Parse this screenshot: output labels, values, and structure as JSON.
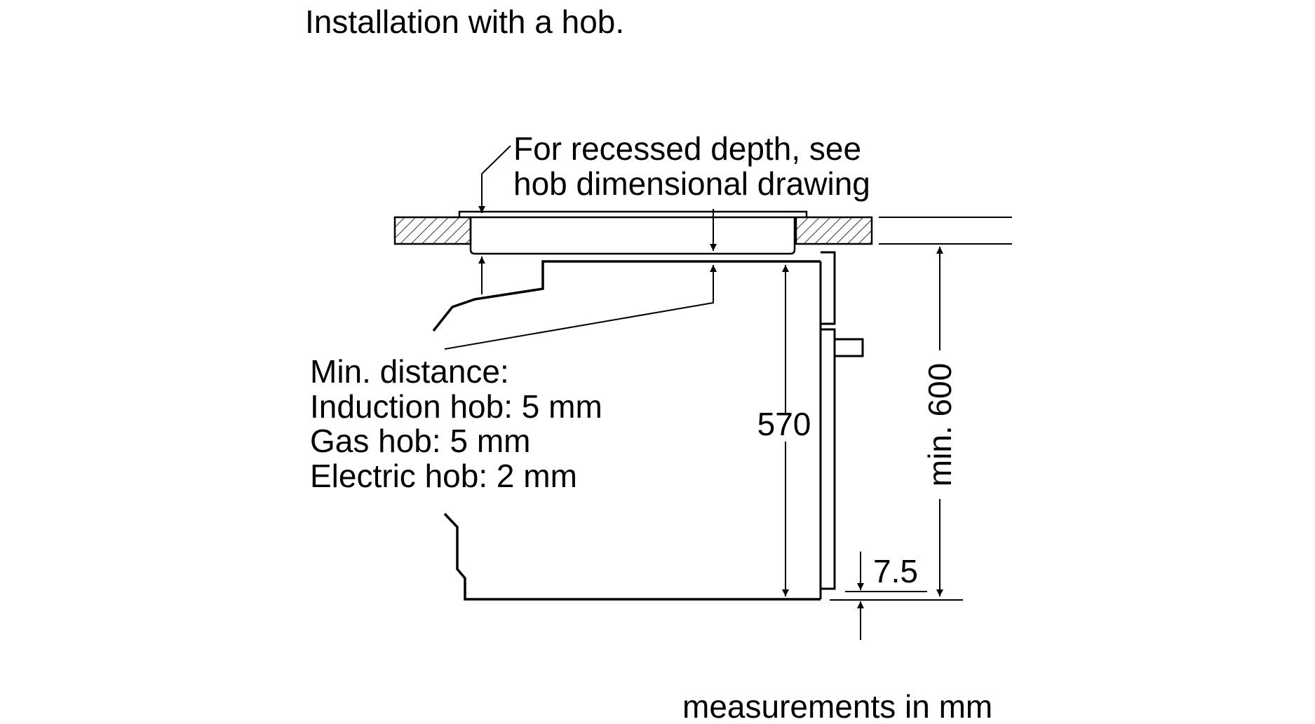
{
  "title": "Installation with a hob.",
  "callouts": {
    "recessed_line1": "For recessed depth, see",
    "recessed_line2": "hob dimensional drawing"
  },
  "min_distance": {
    "heading": "Min. distance:",
    "induction": "Induction hob: 5 mm",
    "gas": "Gas hob: 5 mm",
    "electric": "Electric hob: 2 mm"
  },
  "dimensions": {
    "height": "570",
    "min_height": "min. 600",
    "offset": "7.5"
  },
  "footer": "measurements in mm",
  "colors": {
    "line": "#000000",
    "background": "#ffffff"
  }
}
